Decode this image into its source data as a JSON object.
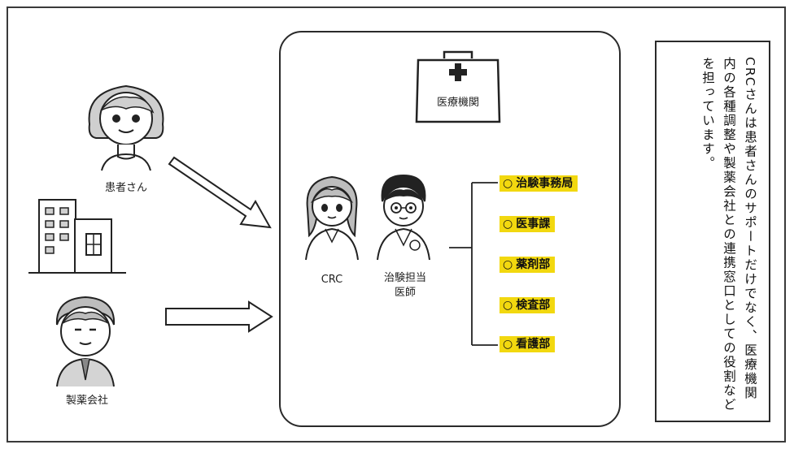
{
  "diagram": {
    "patient_label": "患者さん",
    "pharma_label": "製薬会社",
    "institution_label": "医療機関",
    "crc_label": "CRC",
    "doctor_label": "治験担当\n医師",
    "departments": [
      {
        "mark": "○",
        "name": "治験事務局"
      },
      {
        "mark": "○",
        "name": "医事課"
      },
      {
        "mark": "○",
        "name": "薬剤部"
      },
      {
        "mark": "○",
        "name": "検査部"
      },
      {
        "mark": "○",
        "name": "看護部"
      }
    ],
    "note": "CRCさんは患者さんのサポートだけでなく、医療機関内の各種調整や製薬会社との連携窓口としての役割などを担っています。"
  },
  "colors": {
    "highlight": "#f2d80f",
    "line": "#2a2a2a"
  }
}
